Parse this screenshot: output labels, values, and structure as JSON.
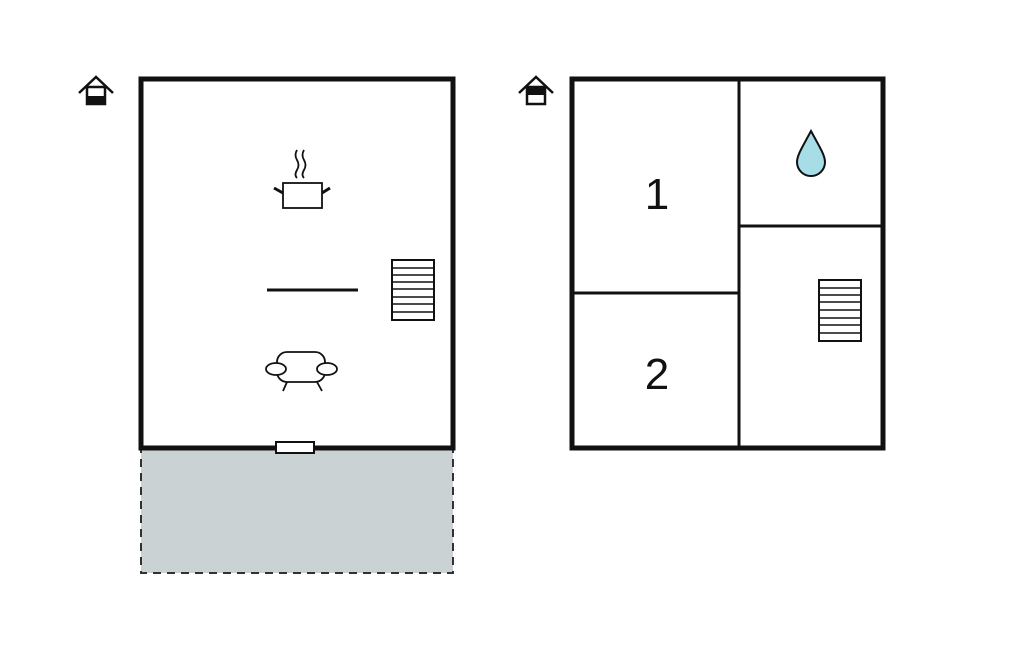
{
  "floors": [
    {
      "id": "ground-floor",
      "level_icon": "house-ground-floor-icon",
      "rooms": [
        {
          "id": "living-kitchen",
          "icons": [
            "cooking-pot-icon",
            "armchair-icon",
            "staircase-icon"
          ]
        }
      ],
      "entrance": "door-icon",
      "terrace": {
        "kind": "terrace"
      }
    },
    {
      "id": "upper-floor",
      "level_icon": "house-upper-floor-icon",
      "rooms": [
        {
          "id": "bedroom-1",
          "label": "1"
        },
        {
          "id": "bedroom-2",
          "label": "2"
        },
        {
          "id": "bathroom",
          "icons": [
            "water-drop-icon"
          ]
        },
        {
          "id": "hall",
          "icons": [
            "staircase-icon"
          ]
        }
      ]
    }
  ],
  "colors": {
    "wall": "#111111",
    "terrace_fill": "#cbd2d3",
    "water_drop": "#a6dde6",
    "background": "#ffffff"
  }
}
